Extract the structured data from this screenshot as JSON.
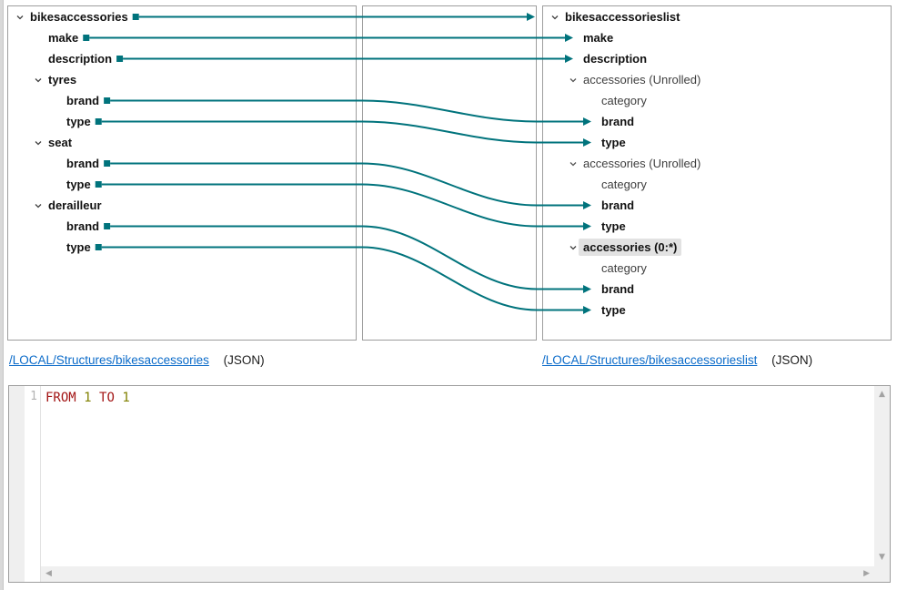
{
  "colors": {
    "teal": "#00737c",
    "panel_border": "#9d9d9d",
    "link_blue": "#0b6bc9",
    "highlight_bg": "#e2e2e2",
    "keyword_red": "#a31515",
    "number_olive": "#808000",
    "chevron_gray": "#404040"
  },
  "source_tree": {
    "items": [
      {
        "id": "s0",
        "label": "bikesaccessories",
        "depth": 0,
        "bold": true,
        "expandable": true
      },
      {
        "id": "s1",
        "label": "make",
        "depth": 1,
        "bold": true,
        "expandable": false
      },
      {
        "id": "s2",
        "label": "description",
        "depth": 1,
        "bold": true,
        "expandable": false
      },
      {
        "id": "s3",
        "label": "tyres",
        "depth": 1,
        "bold": true,
        "expandable": true
      },
      {
        "id": "s4",
        "label": "brand",
        "depth": 2,
        "bold": true,
        "expandable": false
      },
      {
        "id": "s5",
        "label": "type",
        "depth": 2,
        "bold": true,
        "expandable": false
      },
      {
        "id": "s6",
        "label": "seat",
        "depth": 1,
        "bold": true,
        "expandable": true
      },
      {
        "id": "s7",
        "label": "brand",
        "depth": 2,
        "bold": true,
        "expandable": false
      },
      {
        "id": "s8",
        "label": "type",
        "depth": 2,
        "bold": true,
        "expandable": false
      },
      {
        "id": "s9",
        "label": "derailleur",
        "depth": 1,
        "bold": true,
        "expandable": true
      },
      {
        "id": "s10",
        "label": "brand",
        "depth": 2,
        "bold": true,
        "expandable": false
      },
      {
        "id": "s11",
        "label": "type",
        "depth": 2,
        "bold": true,
        "expandable": false
      }
    ]
  },
  "target_tree": {
    "items": [
      {
        "id": "t0",
        "label": "bikesaccessorieslist",
        "depth": 0,
        "bold": true,
        "expandable": true
      },
      {
        "id": "t1",
        "label": "make",
        "depth": 1,
        "bold": true,
        "expandable": false
      },
      {
        "id": "t2",
        "label": "description",
        "depth": 1,
        "bold": true,
        "expandable": false
      },
      {
        "id": "t3",
        "label": "accessories (Unrolled)",
        "depth": 1,
        "bold": false,
        "expandable": true
      },
      {
        "id": "t4",
        "label": "category",
        "depth": 2,
        "bold": false,
        "expandable": false
      },
      {
        "id": "t5",
        "label": "brand",
        "depth": 2,
        "bold": true,
        "expandable": false
      },
      {
        "id": "t6",
        "label": "type",
        "depth": 2,
        "bold": true,
        "expandable": false
      },
      {
        "id": "t7",
        "label": "accessories (Unrolled)",
        "depth": 1,
        "bold": false,
        "expandable": true
      },
      {
        "id": "t8",
        "label": "category",
        "depth": 2,
        "bold": false,
        "expandable": false
      },
      {
        "id": "t9",
        "label": "brand",
        "depth": 2,
        "bold": true,
        "expandable": false
      },
      {
        "id": "t10",
        "label": "type",
        "depth": 2,
        "bold": true,
        "expandable": false
      },
      {
        "id": "t11",
        "label": "accessories (0:*)",
        "depth": 1,
        "bold": true,
        "expandable": true,
        "highlighted": true
      },
      {
        "id": "t12",
        "label": "category",
        "depth": 2,
        "bold": false,
        "expandable": false
      },
      {
        "id": "t13",
        "label": "brand",
        "depth": 2,
        "bold": true,
        "expandable": false
      },
      {
        "id": "t14",
        "label": "type",
        "depth": 2,
        "bold": true,
        "expandable": false
      }
    ]
  },
  "mappings": [
    {
      "from": "s0",
      "to": null,
      "kind": "root"
    },
    {
      "from": "s1",
      "to": "t1",
      "kind": "field"
    },
    {
      "from": "s2",
      "to": "t2",
      "kind": "field"
    },
    {
      "from": "s4",
      "to": "t5",
      "kind": "field"
    },
    {
      "from": "s5",
      "to": "t6",
      "kind": "field"
    },
    {
      "from": "s7",
      "to": "t9",
      "kind": "field"
    },
    {
      "from": "s8",
      "to": "t10",
      "kind": "field"
    },
    {
      "from": "s10",
      "to": "t13",
      "kind": "field"
    },
    {
      "from": "s11",
      "to": "t14",
      "kind": "field"
    }
  ],
  "links": {
    "source": {
      "path": "/LOCAL/Structures/bikesaccessories",
      "format": "(JSON)"
    },
    "target": {
      "path": "/LOCAL/Structures/bikesaccessorieslist",
      "format": "(JSON)"
    }
  },
  "code_editor": {
    "lines": [
      {
        "number": "1",
        "tokens": [
          {
            "text": "FROM",
            "type": "keyword"
          },
          {
            "text": "1",
            "type": "number"
          },
          {
            "text": "TO",
            "type": "keyword"
          },
          {
            "text": "1",
            "type": "number"
          }
        ]
      }
    ]
  }
}
